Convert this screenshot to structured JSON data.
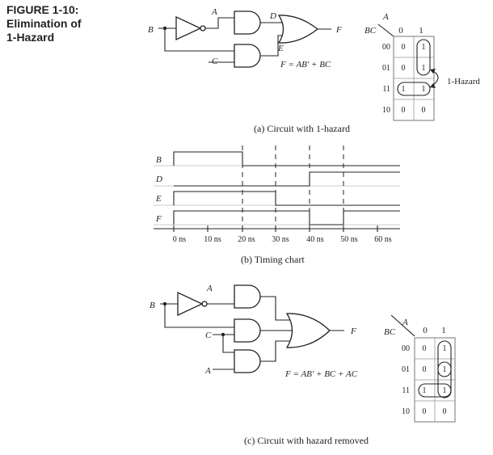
{
  "figure": {
    "label": "FIGURE 1-10:",
    "title_line1": "Elimination of",
    "title_line2": "1-Hazard"
  },
  "circuit_a": {
    "inputs": {
      "b": "B",
      "a": "A",
      "c": "C"
    },
    "nodes": {
      "d": "D",
      "e": "E"
    },
    "output": "F",
    "equation": "F = AB′ + BC",
    "caption": "(a) Circuit with 1-hazard"
  },
  "kmap_a": {
    "var_a": "A",
    "var_bc": "BC",
    "col_headers": [
      "0",
      "1"
    ],
    "rows": [
      {
        "label": "00",
        "cells": [
          "0",
          "1"
        ]
      },
      {
        "label": "01",
        "cells": [
          "0",
          "1"
        ]
      },
      {
        "label": "11",
        "cells": [
          "1",
          "1"
        ]
      },
      {
        "label": "10",
        "cells": [
          "0",
          "0"
        ]
      }
    ],
    "hazard_label": "1-Hazard"
  },
  "timing": {
    "signals": [
      "B",
      "D",
      "E",
      "F"
    ],
    "ticks": [
      "0 ns",
      "10 ns",
      "20 ns",
      "30 ns",
      "40 ns",
      "50 ns",
      "60 ns"
    ],
    "caption": "(b) Timing chart"
  },
  "circuit_c": {
    "inputs": {
      "b": "B",
      "a1": "A",
      "c": "C",
      "a2": "A"
    },
    "output": "F",
    "equation": "F = AB′ + BC + AC",
    "caption": "(c) Circuit with hazard removed"
  },
  "kmap_c": {
    "var_a": "A",
    "var_bc": "BC",
    "col_headers": [
      "0",
      "1"
    ],
    "rows": [
      {
        "label": "00",
        "cells": [
          "0",
          "1"
        ]
      },
      {
        "label": "01",
        "cells": [
          "0",
          "1"
        ]
      },
      {
        "label": "11",
        "cells": [
          "1",
          "1"
        ]
      },
      {
        "label": "10",
        "cells": [
          "0",
          "0"
        ]
      }
    ]
  }
}
